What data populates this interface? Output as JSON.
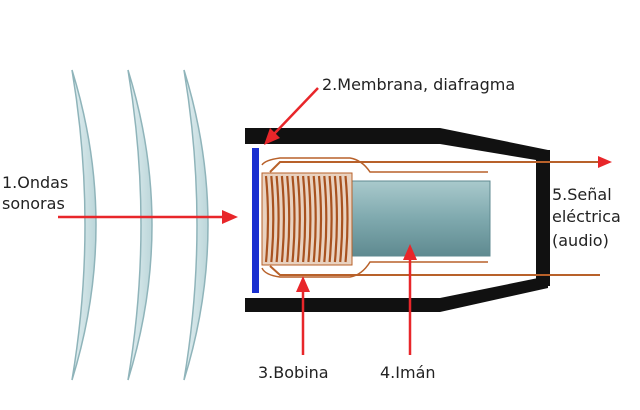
{
  "labels": {
    "ondas_line1": "1.Ondas",
    "ondas_line2": "sonoras",
    "membrana": "2.Membrana, diafragma",
    "bobina": "3.Bobina",
    "iman": "4.Imán",
    "senal_line1": "5.Señal",
    "senal_line2": "eléctrica",
    "senal_line3": "(audio)"
  },
  "colors": {
    "wave_fill": "#cfe3e6",
    "wave_stroke": "#8fb4ba",
    "housing": "#111111",
    "diaphragm": "#1a2fd0",
    "coil": "#b8612a",
    "wire": "#b8612a",
    "magnet": "#7fa9ae",
    "arrow": "#e8262a"
  },
  "icons": {
    "waves": "sound-wave-icon",
    "arrow": "red-arrow-icon"
  }
}
